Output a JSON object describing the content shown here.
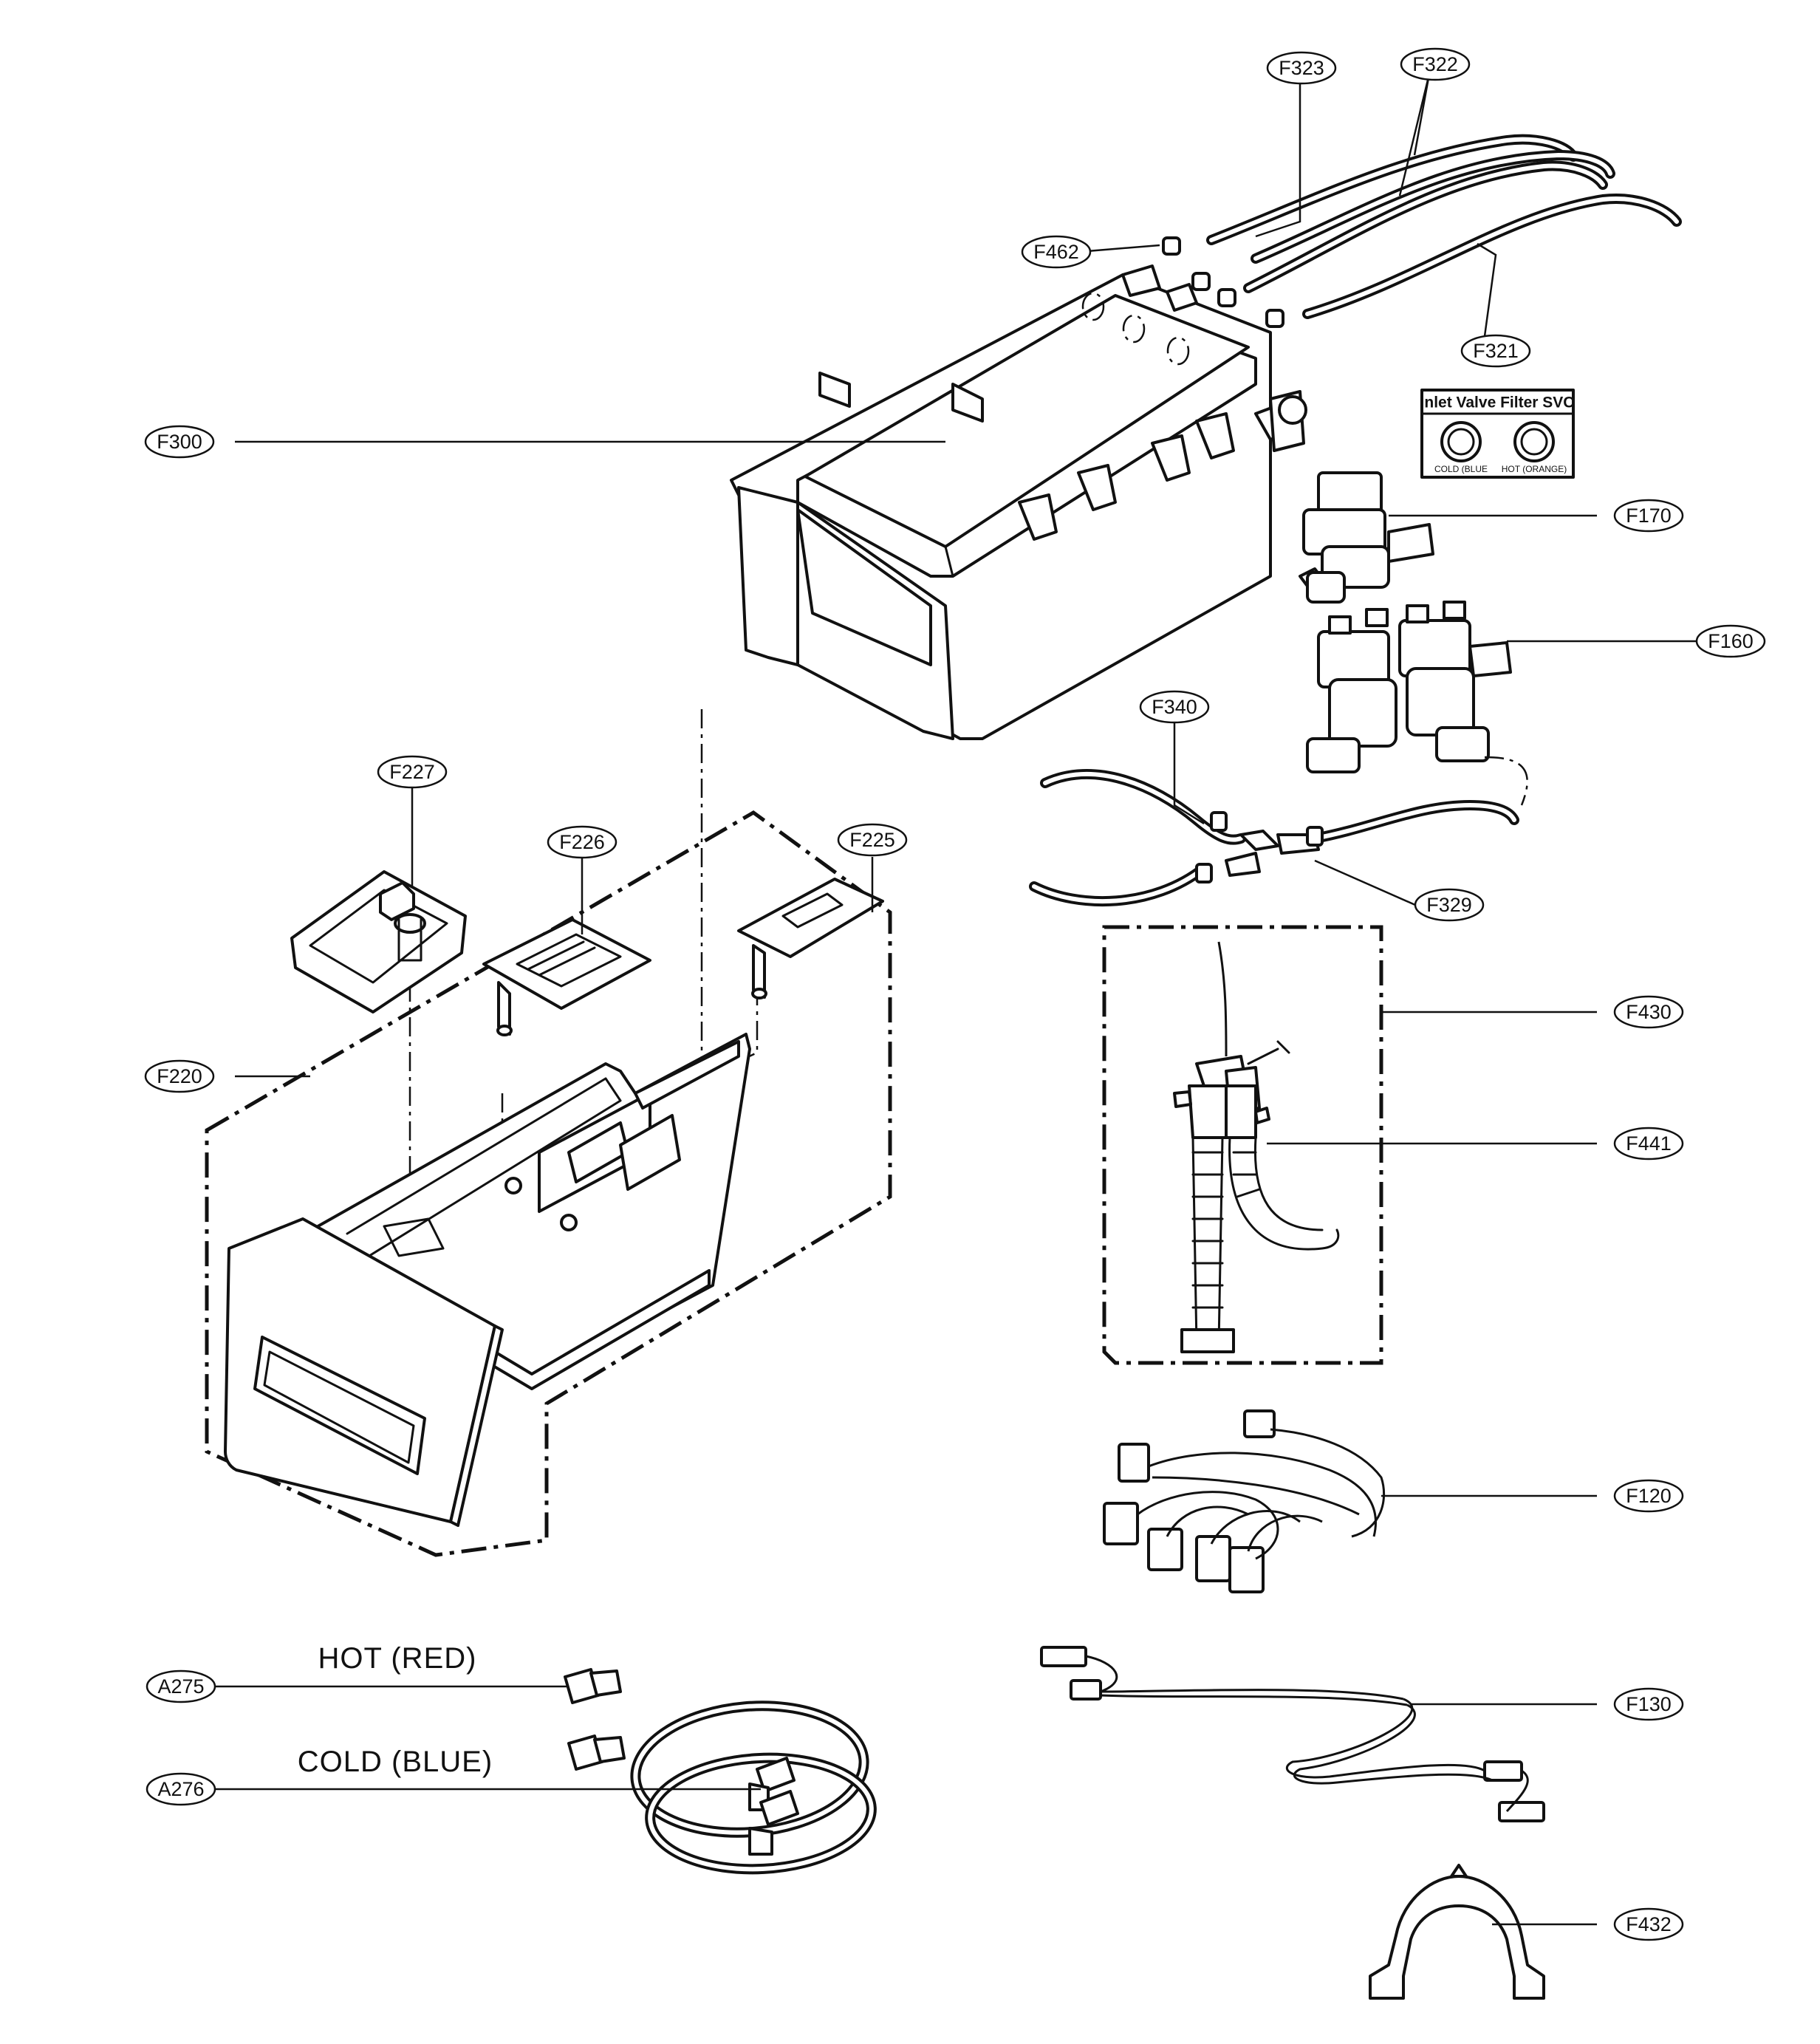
{
  "diagram": {
    "callouts": {
      "F323": "F323",
      "F322": "F322",
      "F462": "F462",
      "F321": "F321",
      "F300": "F300",
      "F170": "F170",
      "F160": "F160",
      "F340": "F340",
      "F329": "F329",
      "F227": "F227",
      "F226": "F226",
      "F225": "F225",
      "F220": "F220",
      "F430": "F430",
      "F441": "F441",
      "F120": "F120",
      "F130": "F130",
      "F432": "F432",
      "A275": "A275",
      "A276": "A276"
    },
    "labels": {
      "hot_hose": "HOT (RED)",
      "cold_hose": "COLD (BLUE)"
    },
    "inlet_filter_box": {
      "title": "Inlet Valve Filter SVC",
      "cold": "COLD (BLUE",
      "hot": "HOT (ORANGE)"
    }
  }
}
